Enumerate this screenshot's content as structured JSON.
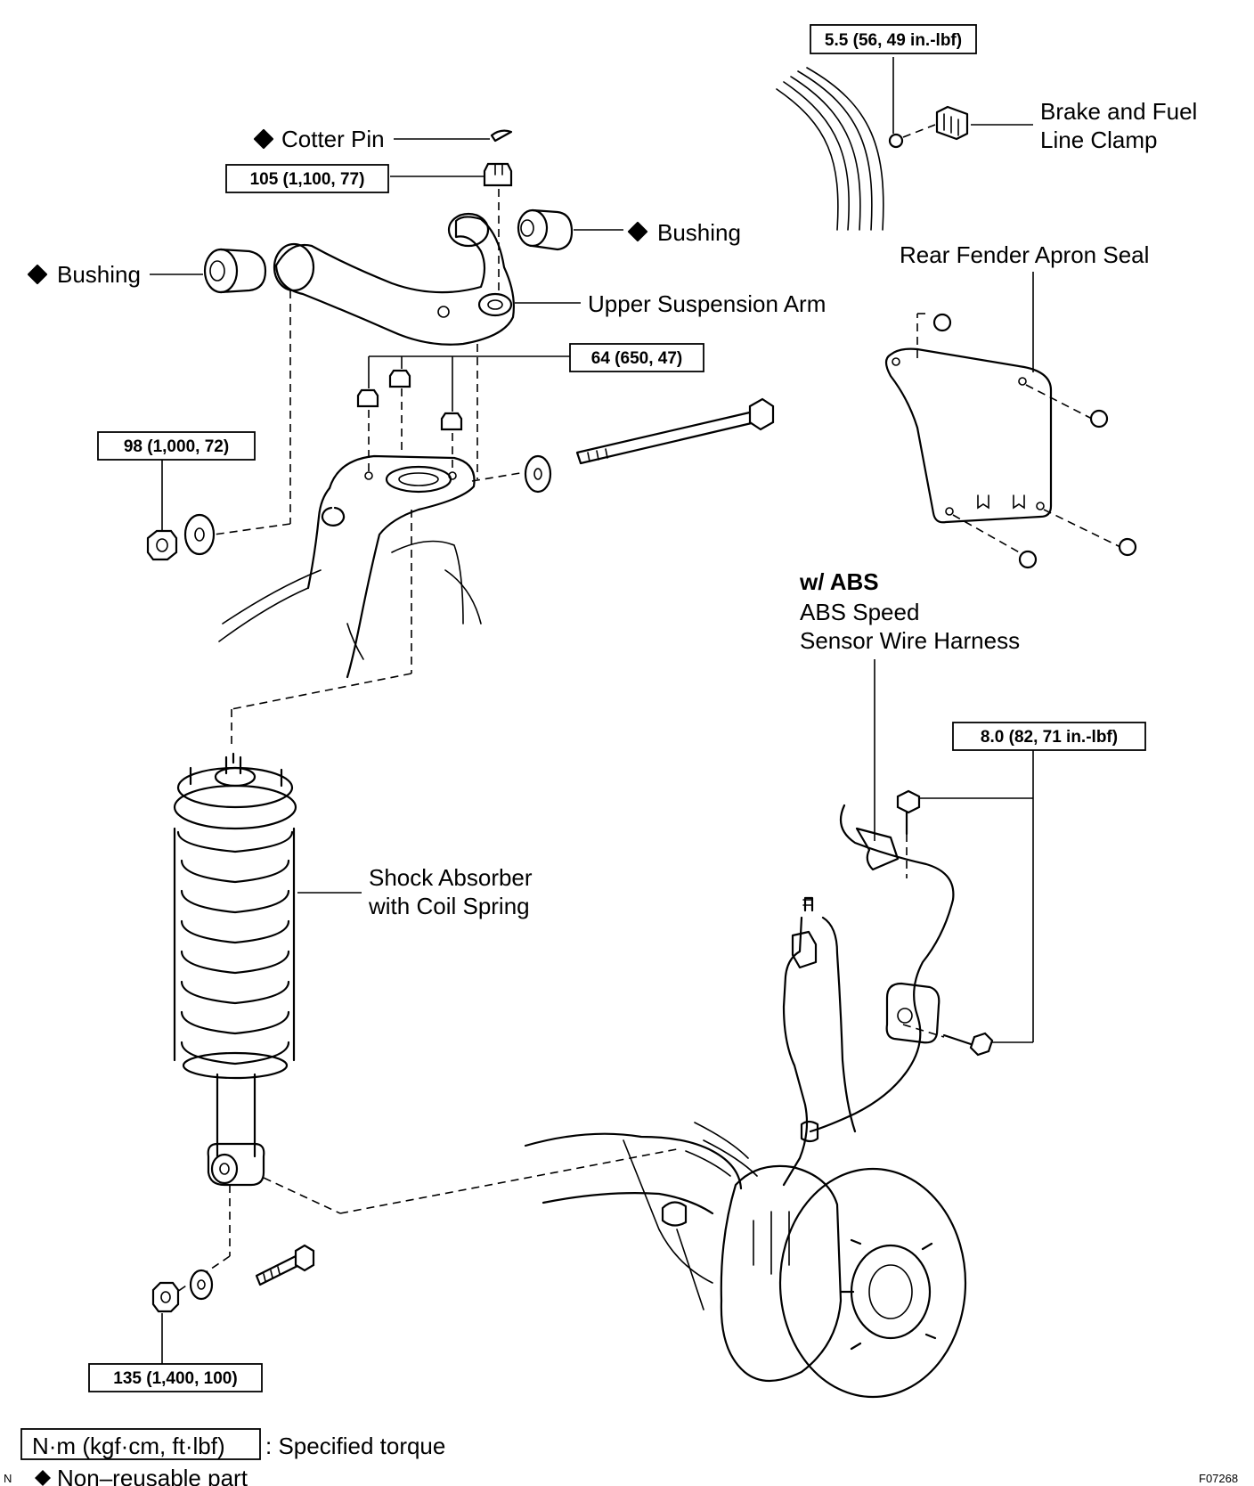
{
  "labels": {
    "cotter_pin": "Cotter Pin",
    "bushing_right": "Bushing",
    "bushing_left": "Bushing",
    "upper_suspension_arm": "Upper Suspension Arm",
    "brake_fuel_clamp_1": "Brake and Fuel",
    "brake_fuel_clamp_2": "Line Clamp",
    "rear_fender_apron_seal": "Rear Fender Apron Seal",
    "w_abs": "w/ ABS",
    "abs_sensor_1": "ABS Speed",
    "abs_sensor_2": "Sensor Wire Harness",
    "shock_1": "Shock Absorber",
    "shock_2": "with Coil Spring"
  },
  "torques": {
    "clamp_nut": "5.5 (56, 49 in.-lbf)",
    "arm_nut": "105 (1,100, 77)",
    "mount_nuts": "64 (650, 47)",
    "pivot_nut": "98 (1,000, 72)",
    "abs_bolts": "8.0 (82, 71 in.-lbf)",
    "shock_lower": "135 (1,400, 100)"
  },
  "legend": {
    "unit_box": "N·m (kgf·cm, ft·lbf)",
    "unit_text": ": Specified torque",
    "nonreusable": "Non–reusable part",
    "marker_left": "N"
  },
  "figure_id": "F07268",
  "icons": {
    "nonreusable_marker": "diamond-icon"
  }
}
